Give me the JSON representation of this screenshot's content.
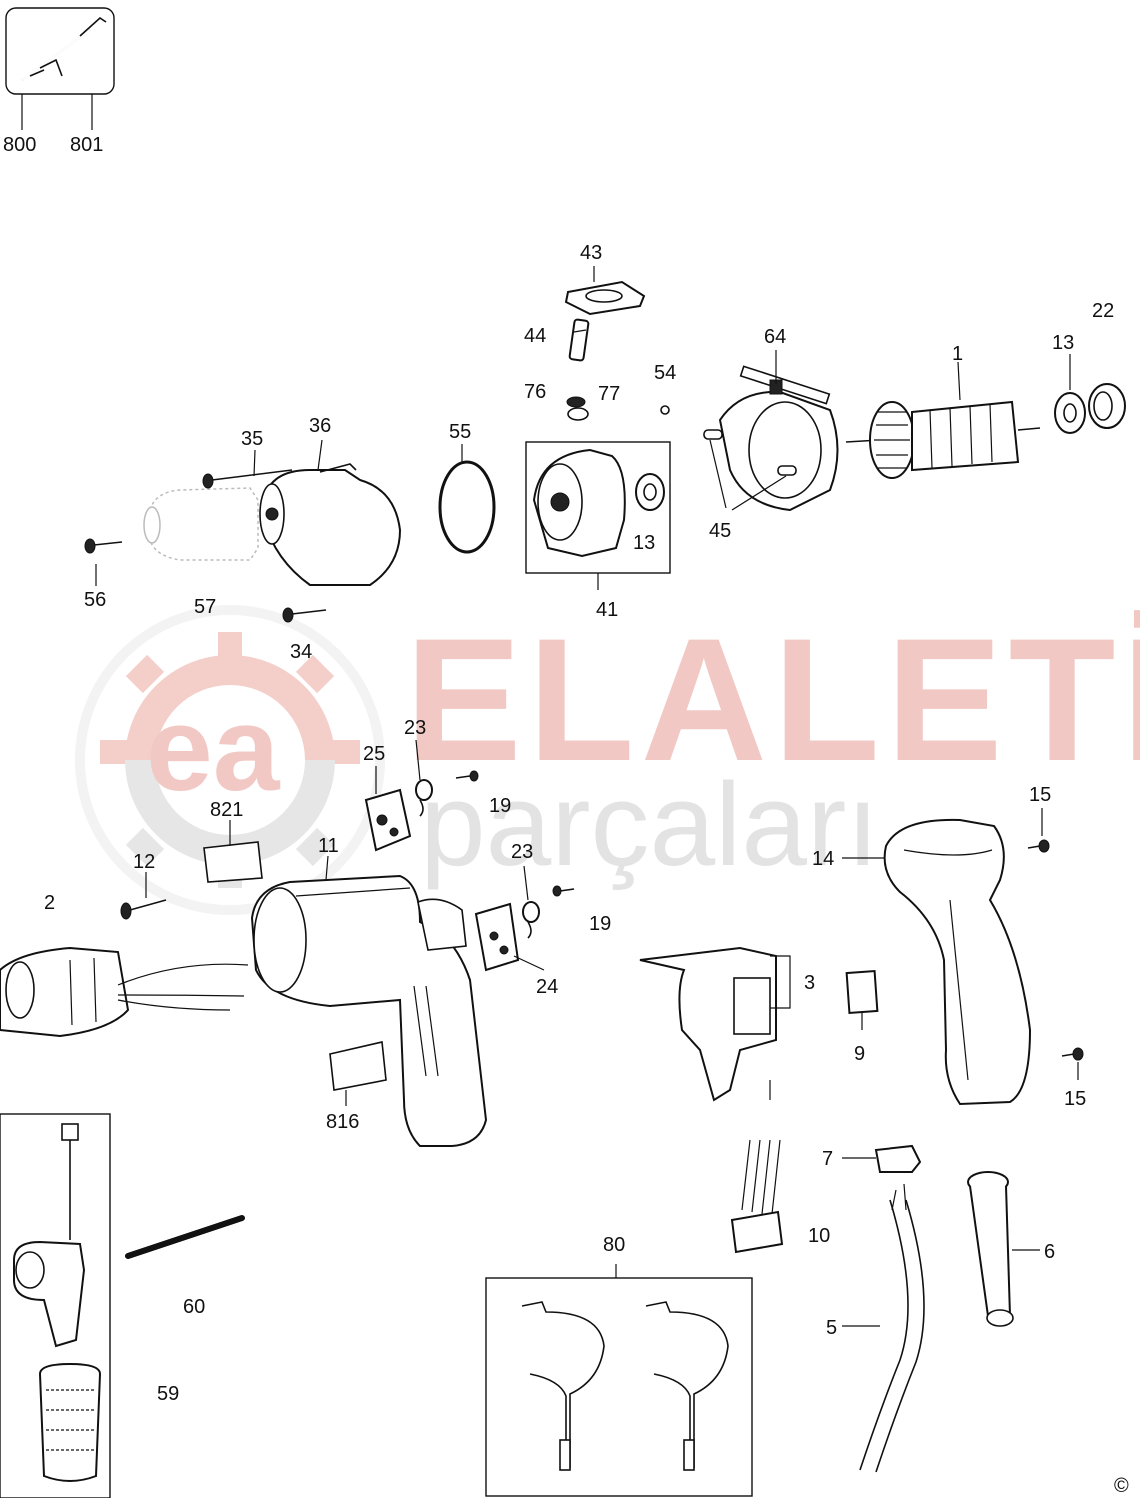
{
  "watermark": {
    "line1": "ELALETİ",
    "line2": "parçaları",
    "logo_letters": "ea",
    "colors": {
      "red": "#f2c8c4",
      "gray": "#e3e3e3"
    }
  },
  "part_labels": [
    "800",
    "801",
    "43",
    "22",
    "44",
    "64",
    "1",
    "13",
    "54",
    "76",
    "77",
    "55",
    "35",
    "36",
    "45",
    "13",
    "56",
    "57",
    "41",
    "34",
    "23",
    "25",
    "19",
    "15",
    "821",
    "11",
    "12",
    "14",
    "23",
    "2",
    "19",
    "24",
    "3",
    "9",
    "816",
    "15",
    "7",
    "10",
    "80",
    "6",
    "60",
    "5",
    "59"
  ],
  "corner_mark": "©"
}
